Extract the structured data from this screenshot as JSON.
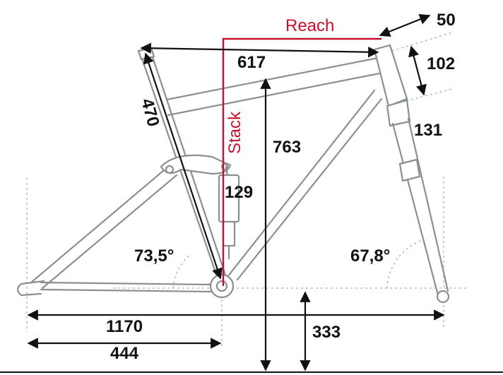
{
  "geometry_labels": {
    "reach": "Reach",
    "stack": "Stack"
  },
  "dimensions": {
    "top_tube": "617",
    "headset_offset": "50",
    "headtube_upper": "102",
    "headtube_length": "131",
    "seat_tube": "470",
    "frame_height": "763",
    "shock_length": "129",
    "seat_angle": "73,5°",
    "head_angle": "67,8°",
    "wheelbase": "1170",
    "chainstay": "444",
    "bb_height": "333"
  },
  "colors": {
    "frame": "#8a8f94",
    "guides": "#9fb4c4",
    "dimension_lines": "#111111",
    "geometry_accent": "#c8102e"
  }
}
